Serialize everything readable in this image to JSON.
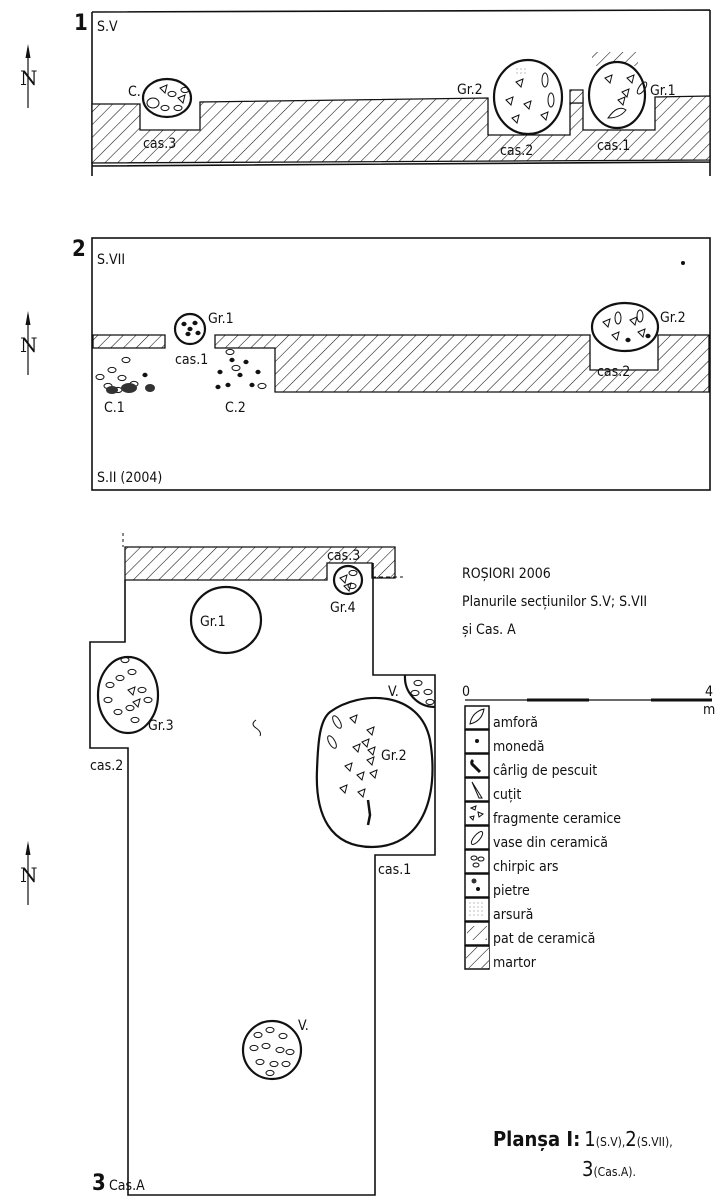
{
  "north_label": "N",
  "panel1": {
    "number": "1",
    "section": "S.V",
    "labels": {
      "c": "C.",
      "cas3": "cas.3",
      "gr2": "Gr.2",
      "cas2": "cas.2",
      "gr1": "Gr.1",
      "cas1": "cas.1"
    }
  },
  "panel2": {
    "number": "2",
    "section": "S.VII",
    "bottom_section": "S.II (2004)",
    "labels": {
      "gr1": "Gr.1",
      "cas1": "cas.1",
      "c1": "C.1",
      "c2": "C.2",
      "gr2": "Gr.2",
      "cas2": "cas.2"
    }
  },
  "panel3": {
    "number": "3",
    "section": "Cas.A",
    "labels": {
      "cas3": "cas.3",
      "gr4": "Gr.4",
      "gr1": "Gr.1",
      "gr3": "Gr.3",
      "cas2": "cas.2",
      "v_top": "V.",
      "gr2": "Gr.2",
      "cas1": "cas.1",
      "v_bottom": "V."
    }
  },
  "info": {
    "title": "ROȘIORI  2006",
    "line2": "Planurile  secțiunilor  S.V; S.VII",
    "line3": "și Cas. A"
  },
  "scale": {
    "start": "0",
    "end": "4",
    "unit": "m"
  },
  "legend": [
    {
      "icon": "amphora-icon",
      "label": "amforă"
    },
    {
      "icon": "coin-icon",
      "label": "monedă"
    },
    {
      "icon": "fishing-hook-icon",
      "label": "cârlig  de  pescuit"
    },
    {
      "icon": "knife-icon",
      "label": "cuțit"
    },
    {
      "icon": "ceramic-fragments-icon",
      "label": "fragmente  ceramice"
    },
    {
      "icon": "ceramic-vessels-icon",
      "label": "vase  din  ceramică"
    },
    {
      "icon": "burnt-daub-icon",
      "label": "chirpic  ars"
    },
    {
      "icon": "stones-icon",
      "label": "pietre"
    },
    {
      "icon": "burnt-area-icon",
      "label": "arsură"
    },
    {
      "icon": "ceramic-bed-icon",
      "label": "pat de ceramică"
    },
    {
      "icon": "witness-balk-icon",
      "label": "martor"
    }
  ],
  "plate": {
    "prefix": "Planșa I:",
    "p1": "1",
    "p1s": "(S.V),",
    "p2": "2",
    "p2s": "(S.VII),",
    "p3": "3",
    "p3s": "(Cas.A)."
  }
}
